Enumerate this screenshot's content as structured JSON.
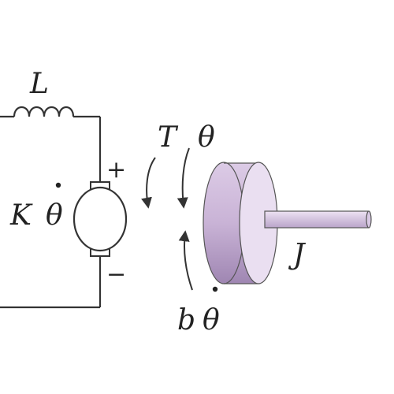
{
  "labels": {
    "inductor": "L",
    "plus": "+",
    "minus": "−",
    "torque": "T",
    "theta": "θ",
    "backemf_k": "K",
    "backemf_theta": "θ",
    "damping_b": "b",
    "damping_theta": "θ",
    "inertia": "J"
  },
  "colors": {
    "wire": "#333333",
    "rotor_body": "#c9b3d6",
    "rotor_face": "#ece0f2",
    "rotor_shadow": "#9b7fae",
    "shaft": "#d7c6e2"
  },
  "icons": {
    "motor": "dc-motor-symbol",
    "rotor": "rotor-disk",
    "inductor": "coil-symbol"
  }
}
